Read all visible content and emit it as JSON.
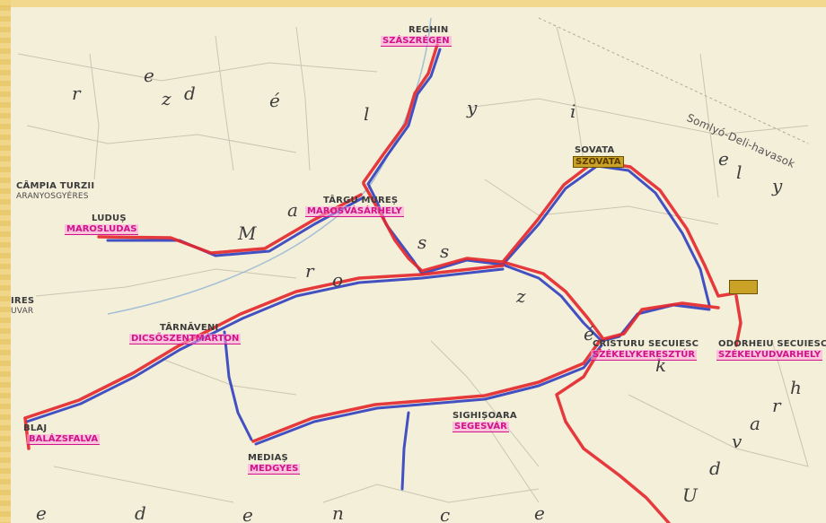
{
  "map": {
    "cities": [
      {
        "id": "reghin",
        "ro": "REGHIN",
        "hu": "SZÁSZRÉGEN"
      },
      {
        "id": "targu-mures",
        "ro": "TÂRGU MUREȘ",
        "hu": "MAROSVÁSÁRHELY"
      },
      {
        "id": "sovata",
        "ro": "SOVATA",
        "hu": "SZOVÁTA"
      },
      {
        "id": "ludus",
        "ro": "LUDUȘ",
        "hu": "MAROSLUDAS"
      },
      {
        "id": "tarnaveni",
        "ro": "TÂRNĂVENI",
        "hu": "DICSŐSZENTMÁRTON"
      },
      {
        "id": "blaj",
        "ro": "BLAJ",
        "hu": "BALÁZSFALVA"
      },
      {
        "id": "medias",
        "ro": "MEDIAȘ",
        "hu": "MEDGYES"
      },
      {
        "id": "sighisoara",
        "ro": "SIGHIȘOARA",
        "hu": "SEGESVÁR"
      },
      {
        "id": "cristuru",
        "ro": "CRISTURU SECUIESC",
        "hu": "SZÉKELYKERESZTÚR"
      },
      {
        "id": "odorheiu",
        "ro": "ODORHEIU SECUIESC",
        "hu": "SZÉKELYUDVARHELY"
      },
      {
        "id": "campia",
        "ro": "CÂMPIA TURZII",
        "hu": "ARANYOSGYÉRES"
      },
      {
        "id": "aiud",
        "ro": "IRES",
        "hu": "UVAR"
      }
    ],
    "region_letters": [
      "r",
      "e",
      "z",
      "d",
      "é",
      "l",
      "y",
      "i",
      "M",
      "a",
      "r",
      "o",
      "s",
      "s",
      "z",
      "é",
      "k",
      "e",
      "d",
      "e",
      "n",
      "c",
      "e",
      "U",
      "d",
      "v",
      "a",
      "r",
      "h",
      "e",
      "l",
      "y"
    ],
    "mountains": "Somlyó-Deli-havasok",
    "route_colors": {
      "red": "#e4262c",
      "blue": "#2f3fbf",
      "paper": "#f4efd9"
    }
  }
}
